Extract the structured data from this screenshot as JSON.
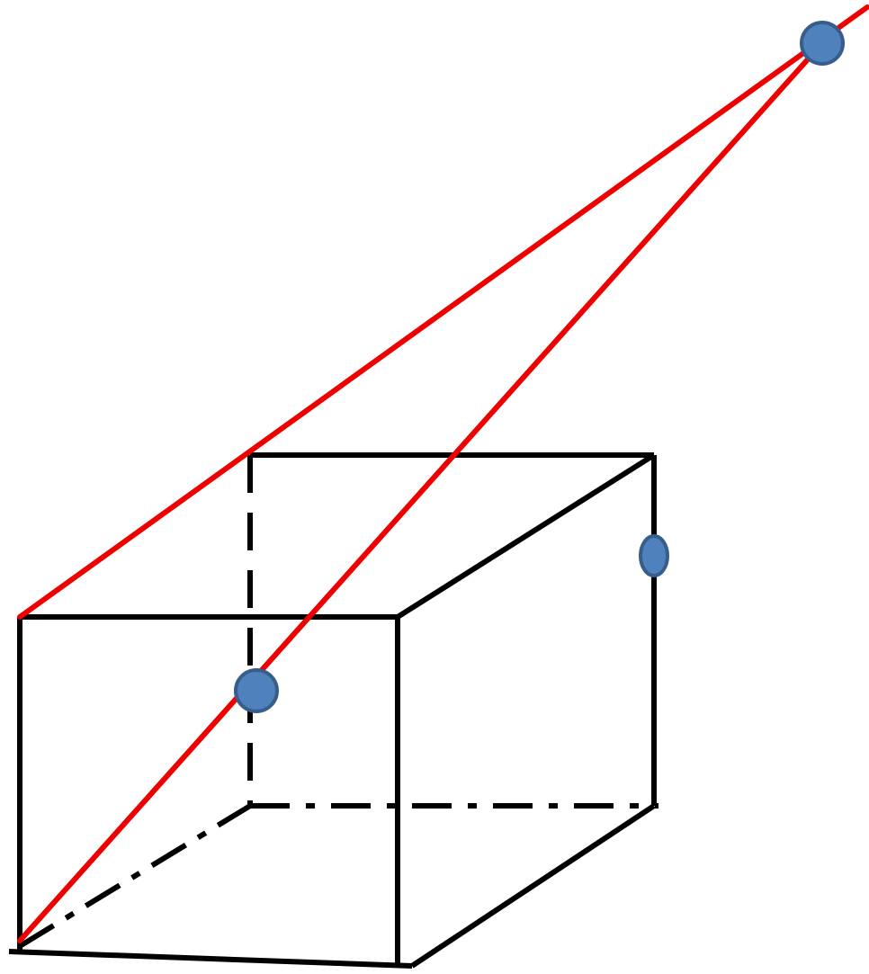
{
  "colors": {
    "background": "#ffffff",
    "cube_edge": "#000000",
    "ray": "#ee0000",
    "marker_fill": "#4f81bd",
    "marker_stroke": "#385d8a"
  },
  "diagram": {
    "type": "geometry-figure",
    "description_shape": "cuboid",
    "edge_styles": [
      "solid",
      "dashed",
      "dash-dot"
    ],
    "ray_count": 2,
    "marker_count": 3
  }
}
